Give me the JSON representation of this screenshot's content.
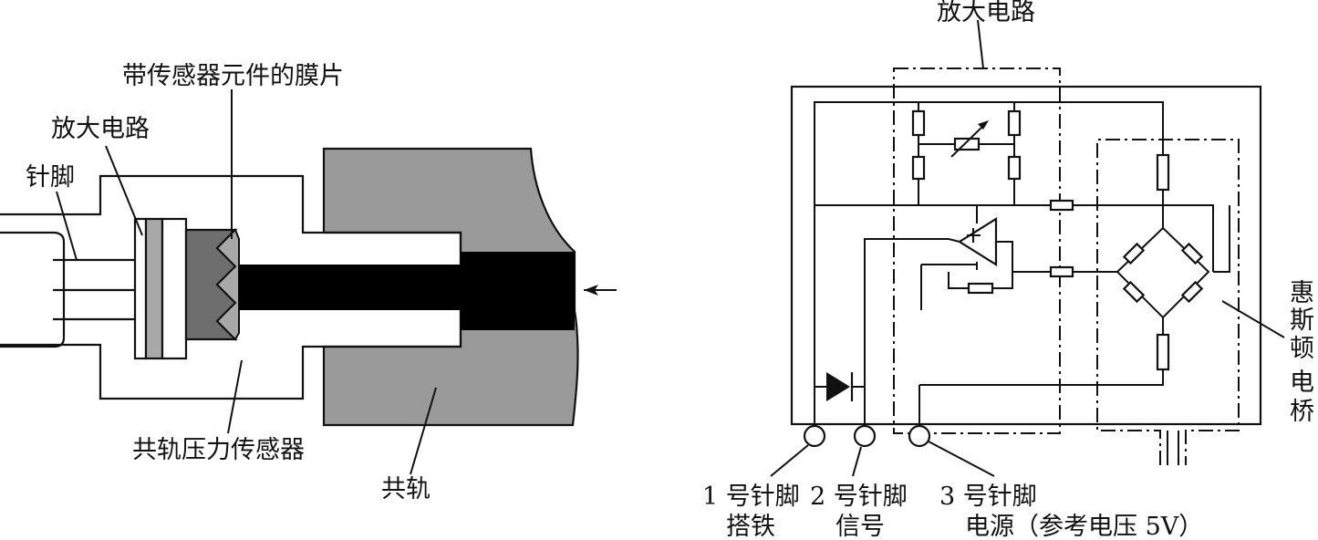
{
  "left_diagram": {
    "labels": {
      "membrane": "带传感器元件的膜片",
      "amplifier": "放大电路",
      "pins": "针脚",
      "sensor": "共轨压力传感器",
      "rail": "共轨"
    },
    "colors": {
      "rail": "#9a9a9a",
      "membrane": "#6e6e6e",
      "rod": "#000000",
      "plate": "#a8a8a8"
    }
  },
  "right_diagram": {
    "labels": {
      "amplifier": "放大电路",
      "bridge": [
        "惠",
        "斯",
        "顿",
        "电",
        "桥"
      ],
      "pin1_title": "1 号针脚",
      "pin1_sub": "搭铁",
      "pin2_title": "2 号针脚",
      "pin2_sub": "信号",
      "pin3_title": "3 号针脚",
      "pin3_sub": "电源（参考电压 5V）"
    }
  }
}
